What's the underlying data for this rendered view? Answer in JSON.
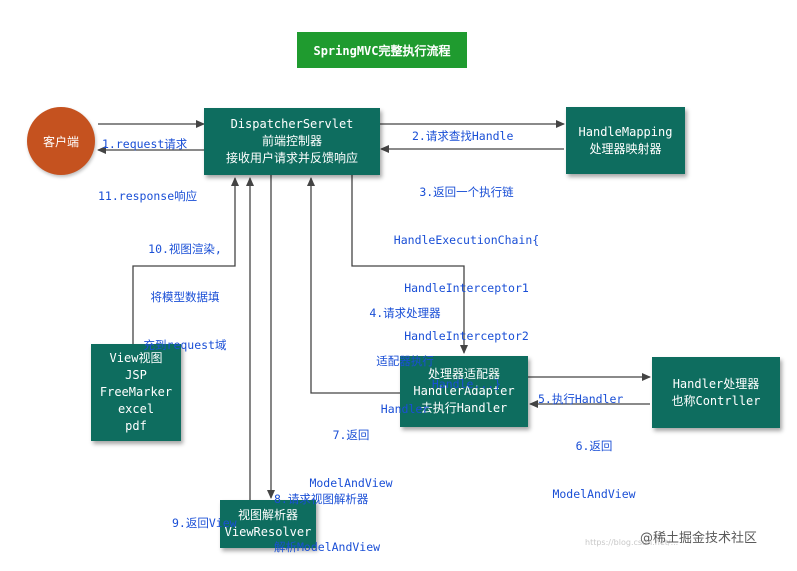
{
  "title": "SpringMVC完整执行流程",
  "nodes": {
    "client": "客户端",
    "dispatcher": [
      "DispatcherServlet",
      "前端控制器",
      "接收用户请求并反馈响应"
    ],
    "handler_mapping": [
      "HandleMapping",
      "处理器映射器"
    ],
    "handler_adapter": [
      "处理器适配器",
      "HandlerAdapter",
      "去执行Handler"
    ],
    "handler": [
      "Handler处理器",
      "也称Contrller"
    ],
    "view": [
      "View视图",
      "JSP",
      "FreeMarker",
      "excel",
      "pdf"
    ],
    "view_resolver": [
      "视图解析器",
      "ViewResolver"
    ]
  },
  "steps": {
    "s1": [
      "1.request请求"
    ],
    "s2": [
      "2.请求查找Handle"
    ],
    "s3": [
      "3.返回一个执行链",
      "HandleExecutionChain{",
      "HandleInterceptor1",
      "HandleInterceptor2",
      "Handle...}"
    ],
    "s4": [
      "4.请求处理器",
      "适配器执行",
      "Handler"
    ],
    "s5": [
      "5.执行Handler"
    ],
    "s6": [
      "6.返回",
      "ModelAndView"
    ],
    "s7": [
      "7.返回",
      "ModelAndView"
    ],
    "s8": [
      "8.请求视图解析器",
      "解析ModelAndView"
    ],
    "s9": [
      "9.返回View"
    ],
    "s10": [
      "10.视图渲染,",
      "将模型数据填",
      "充到request域"
    ],
    "s11": [
      "11.response响应"
    ]
  },
  "watermark": {
    "text": "@稀土掘金技术社区",
    "faint": "https://blog.csdn.net/..."
  },
  "colors": {
    "box": "#0e6d5f",
    "title_box": "#1f9b2f",
    "client": "#c5521f",
    "label": "#1a4fd6",
    "arrow": "#444444"
  }
}
